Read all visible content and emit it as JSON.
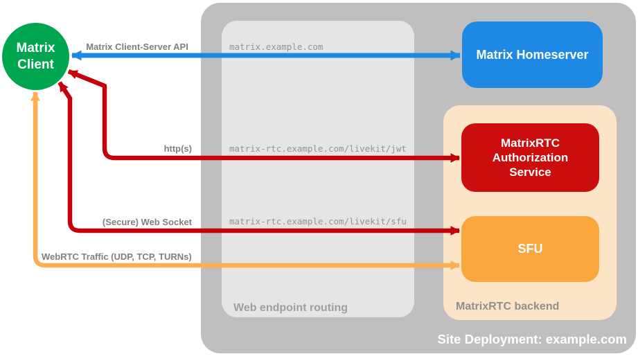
{
  "colors": {
    "green": "#00A550",
    "blue": "#1E88E5",
    "red_box": "#CC0D0D",
    "red_arrow": "#C40108",
    "orange_box": "#F9A63C",
    "orange_arrow": "#FBAE52",
    "peach": "#FCE4C6",
    "container_gray": "#BFBFBF",
    "routing_gray": "#E5E5E5"
  },
  "nodes": {
    "client": {
      "label": "Matrix\nClient"
    },
    "homeserver": {
      "label": "Matrix Homeserver"
    },
    "auth_service": {
      "label": "MatrixRTC\nAuthorization\nService"
    },
    "sfu": {
      "label": "SFU"
    }
  },
  "containers": {
    "site_deployment": {
      "label": "Site Deployment: example.com"
    },
    "web_endpoint_routing": {
      "label": "Web endpoint routing"
    },
    "matrixrtc_backend": {
      "label": "MatrixRTC backend"
    }
  },
  "endpoints": {
    "homeserver": "matrix.example.com",
    "jwt": "matrix-rtc.example.com/livekit/jwt",
    "sfu": "matrix-rtc.example.com/livekit/sfu"
  },
  "arrows": {
    "client_server_api": {
      "label": "Matrix Client-Server API"
    },
    "https": {
      "label": "http(s)"
    },
    "websocket": {
      "label": "(Secure) Web Socket"
    },
    "webrtc": {
      "label": "WebRTC Traffic (UDP, TCP, TURNs)"
    }
  }
}
